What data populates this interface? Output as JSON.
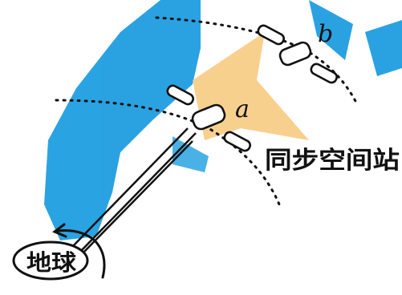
{
  "diagram": {
    "earth_label": "地球",
    "station_label": "同步空间站",
    "point_a_label": "a",
    "point_b_label": "b"
  },
  "colors": {
    "ink": "#111111",
    "watermark_blue": "#1f9ee0",
    "watermark_orange": "#f7c97a"
  }
}
